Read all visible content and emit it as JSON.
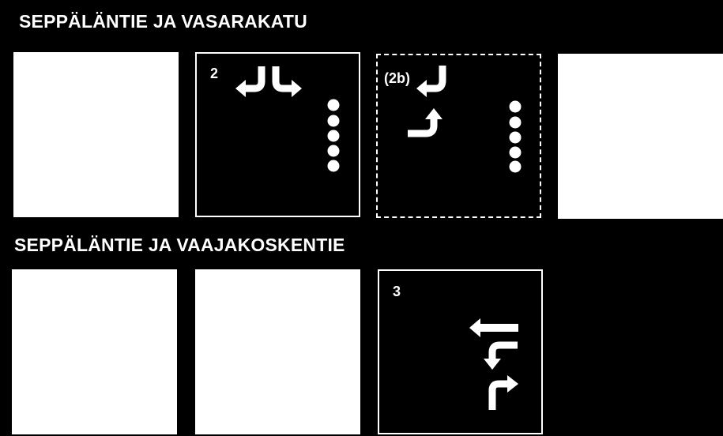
{
  "sections": [
    {
      "heading": "SEPPÄLÄNTIE JA VASARAKATU",
      "panels": [
        {
          "type": "blank"
        },
        {
          "type": "phase",
          "label": "2",
          "pedestrian_dots": 5
        },
        {
          "type": "phase-optional",
          "label": "(2b)",
          "pedestrian_dots": 5
        },
        {
          "type": "blank"
        }
      ]
    },
    {
      "heading": "SEPPÄLÄNTIE JA VAAJAKOSKENTIE",
      "panels": [
        {
          "type": "blank"
        },
        {
          "type": "blank"
        },
        {
          "type": "phase",
          "label": "3"
        }
      ]
    }
  ],
  "colors": {
    "background": "#000000",
    "foreground": "#ffffff"
  },
  "icons": [
    "turn-arrow-icon",
    "pedestrian-dots-icon"
  ]
}
